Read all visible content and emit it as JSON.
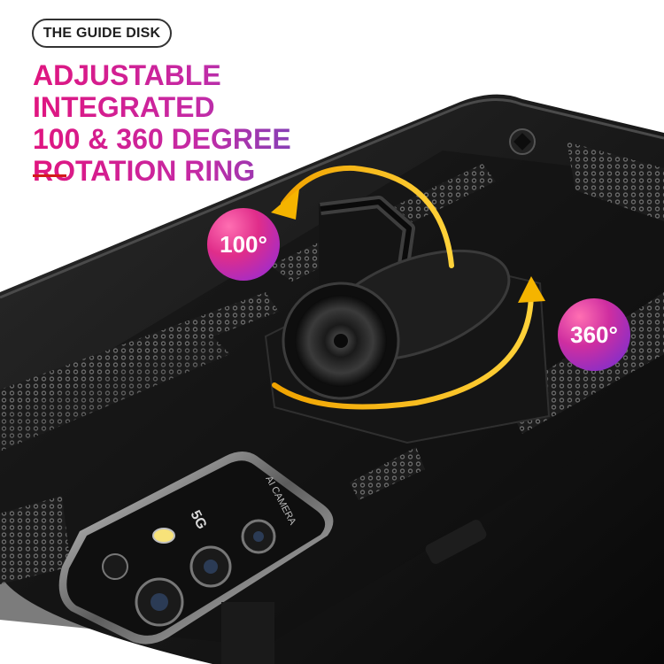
{
  "tag_label": "THE GUIDE DISK",
  "headline": {
    "line1": "ADJUSTABLE INTEGRATED",
    "line2": "100 & 360 DEGREE",
    "line3": "ROTATION RING"
  },
  "badges": {
    "left": "100°",
    "right": "360°"
  },
  "camera": {
    "network_label": "5G",
    "module_text": "AI CAMERA"
  },
  "colors": {
    "accent_red": "#d31a1a",
    "gradient_start": "#e0157f",
    "gradient_end": "#3b5bc9",
    "arrow_gold": "#f5b400",
    "case_black": "#121212"
  }
}
